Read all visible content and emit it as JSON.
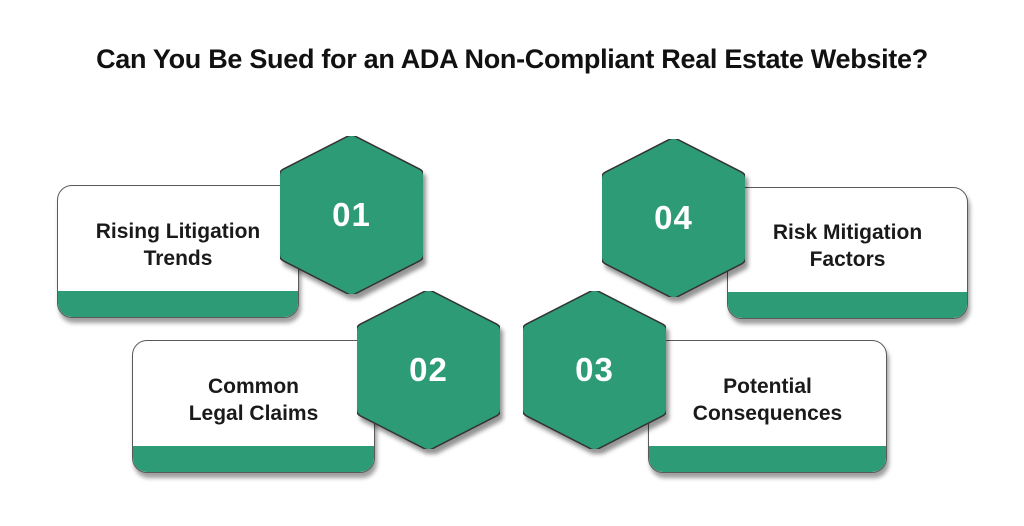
{
  "title": "Can You Be Sued for an ADA Non-Compliant Real Estate Website?",
  "theme": {
    "accent_green": "#2e9b77",
    "outline_dark": "#333333",
    "card_border": "#5a5a5a",
    "title_color": "#111111",
    "background": "#ffffff"
  },
  "steps": [
    {
      "number": "01",
      "label": "Rising Litigation\nTrends"
    },
    {
      "number": "02",
      "label": "Common\nLegal Claims"
    },
    {
      "number": "03",
      "label": "Potential\nConsequences"
    },
    {
      "number": "04",
      "label": "Risk Mitigation\nFactors"
    }
  ]
}
